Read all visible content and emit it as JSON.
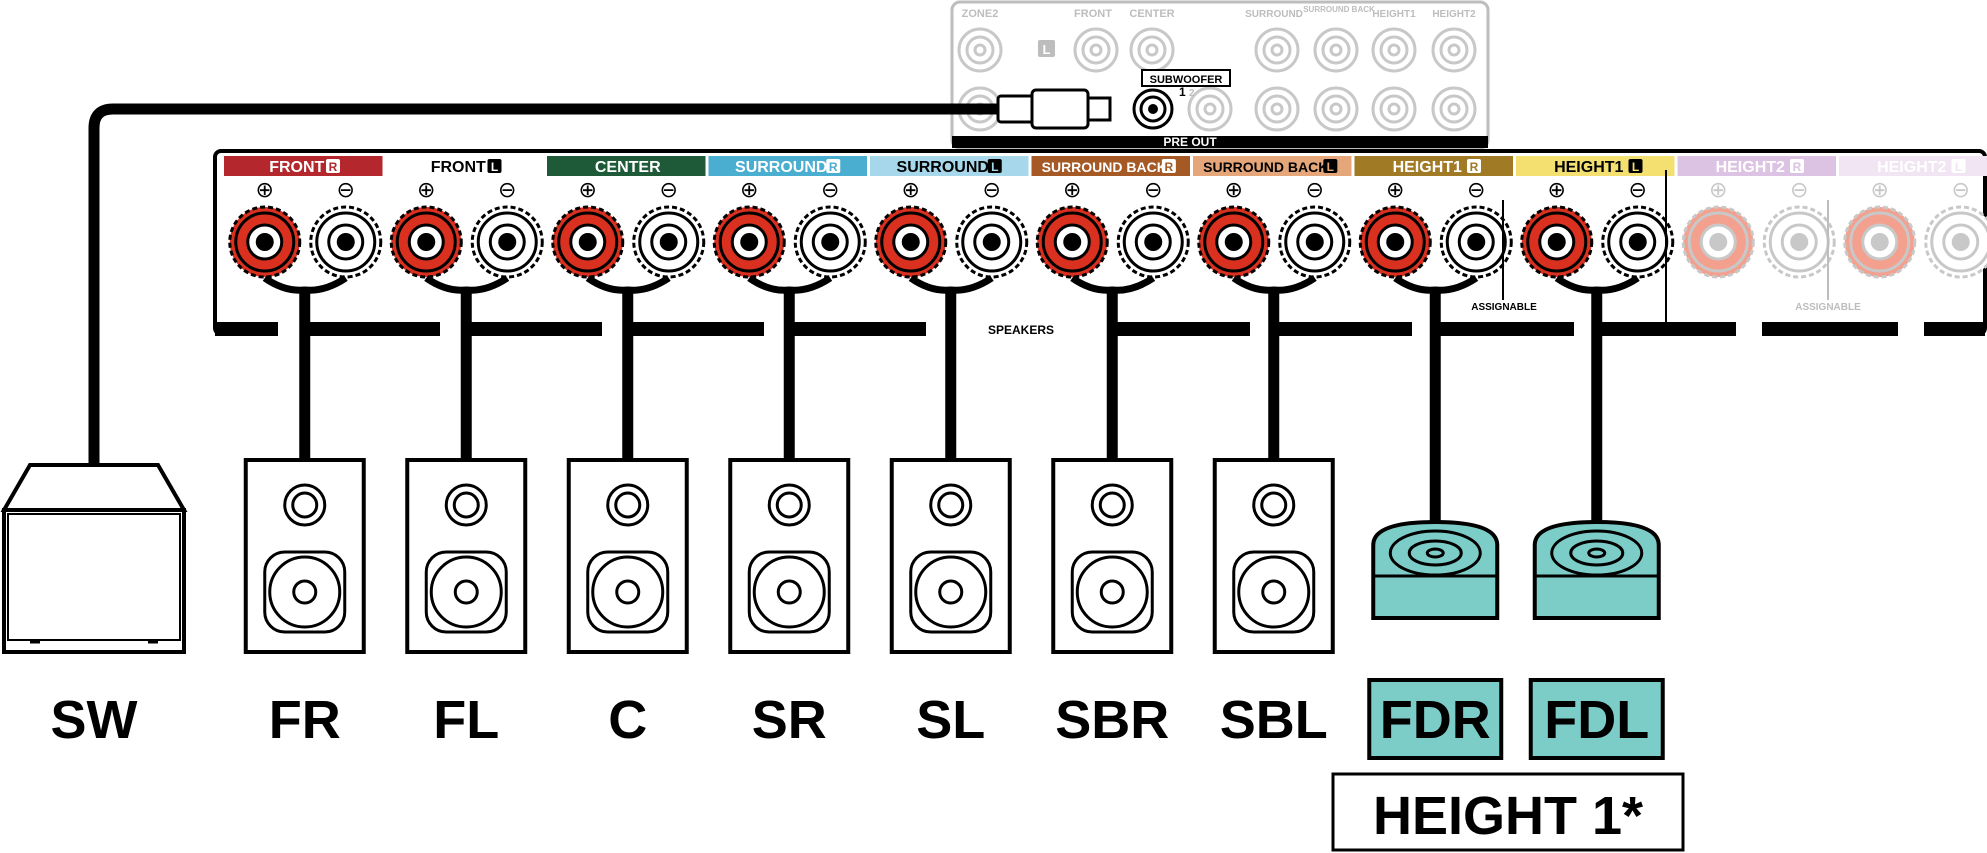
{
  "preout_panel": {
    "top_labels": [
      "ZONE2",
      "FRONT",
      "CENTER",
      "SURROUND",
      "SURROUND BACK",
      "HEIGHT1",
      "HEIGHT2"
    ],
    "l_marker": "L",
    "subwoofer_label": "SUBWOOFER",
    "sub_num_1": "1",
    "sub_num_2": "2",
    "bottom_label": "PRE OUT"
  },
  "speaker_panel": {
    "terminal_groups": [
      {
        "label": "FRONT",
        "side": "R",
        "color": "#b3272d",
        "text_color": "#ffffff",
        "active": true
      },
      {
        "label": "FRONT",
        "side": "L",
        "color": "#ffffff",
        "text_color": "#000000",
        "active": true
      },
      {
        "label": "CENTER",
        "side": "",
        "color": "#1e5a38",
        "text_color": "#ffffff",
        "active": true
      },
      {
        "label": "SURROUND",
        "side": "R",
        "color": "#4aaed0",
        "text_color": "#ffffff",
        "active": true
      },
      {
        "label": "SURROUND",
        "side": "L",
        "color": "#a7d7ea",
        "text_color": "#000000",
        "active": true
      },
      {
        "label": "SURROUND BACK",
        "side": "R",
        "color": "#a55a26",
        "text_color": "#ffffff",
        "active": true
      },
      {
        "label": "SURROUND BACK",
        "side": "L",
        "color": "#e5a77a",
        "text_color": "#000000",
        "active": true
      },
      {
        "label": "HEIGHT1",
        "side": "R",
        "color": "#a17a26",
        "text_color": "#ffffff",
        "active": true
      },
      {
        "label": "HEIGHT1",
        "side": "L",
        "color": "#f3e070",
        "text_color": "#000000",
        "active": true
      },
      {
        "label": "HEIGHT2",
        "side": "R",
        "color": "#ddc3e3",
        "text_color": "#ffffff",
        "active": false
      },
      {
        "label": "HEIGHT2",
        "side": "L",
        "color": "#f1e5f3",
        "text_color": "#ffffff",
        "active": false
      }
    ],
    "plus_symbol": "⊕",
    "minus_symbol": "⊖",
    "speakers_label": "SPEAKERS",
    "assignable_label_1": "ASSIGNABLE",
    "assignable_label_2": "ASSIGNABLE"
  },
  "speakers": [
    {
      "label": "SW",
      "type": "subwoofer"
    },
    {
      "label": "FR",
      "type": "floor"
    },
    {
      "label": "FL",
      "type": "floor"
    },
    {
      "label": "C",
      "type": "floor"
    },
    {
      "label": "SR",
      "type": "floor"
    },
    {
      "label": "SL",
      "type": "floor"
    },
    {
      "label": "SBR",
      "type": "floor"
    },
    {
      "label": "SBL",
      "type": "floor"
    },
    {
      "label": "FDR",
      "type": "height"
    },
    {
      "label": "FDL",
      "type": "height"
    }
  ],
  "height_group_label": "HEIGHT 1*",
  "colors": {
    "height_speaker_fill": "#7ccdc8",
    "terminal_red": "#d9301f",
    "inactive_gray": "#c8c8c8",
    "line": "#000000"
  }
}
